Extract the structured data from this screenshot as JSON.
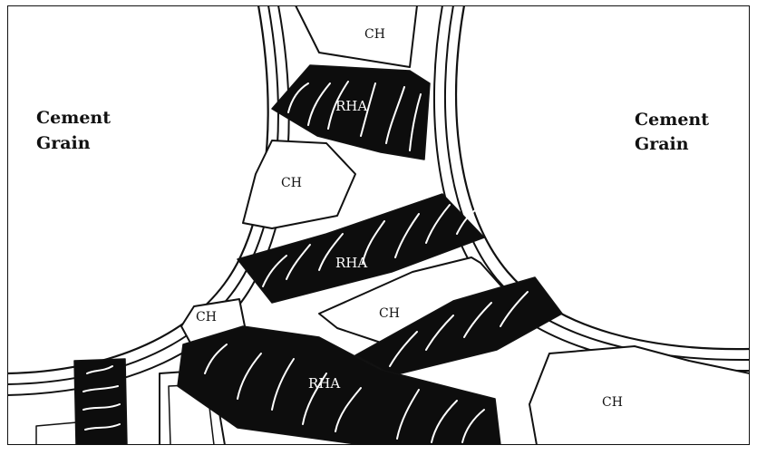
{
  "cement_grain_left": {
    "line1": "Cement",
    "line2": "Grain"
  },
  "cement_grain_right": {
    "line1": "Cement",
    "line2": "Grain"
  },
  "ch_label": "CH",
  "rha_label": "RHA",
  "colors": {
    "rha_fill": "#0d0d0d",
    "outline": "#111111",
    "background": "#ffffff"
  }
}
